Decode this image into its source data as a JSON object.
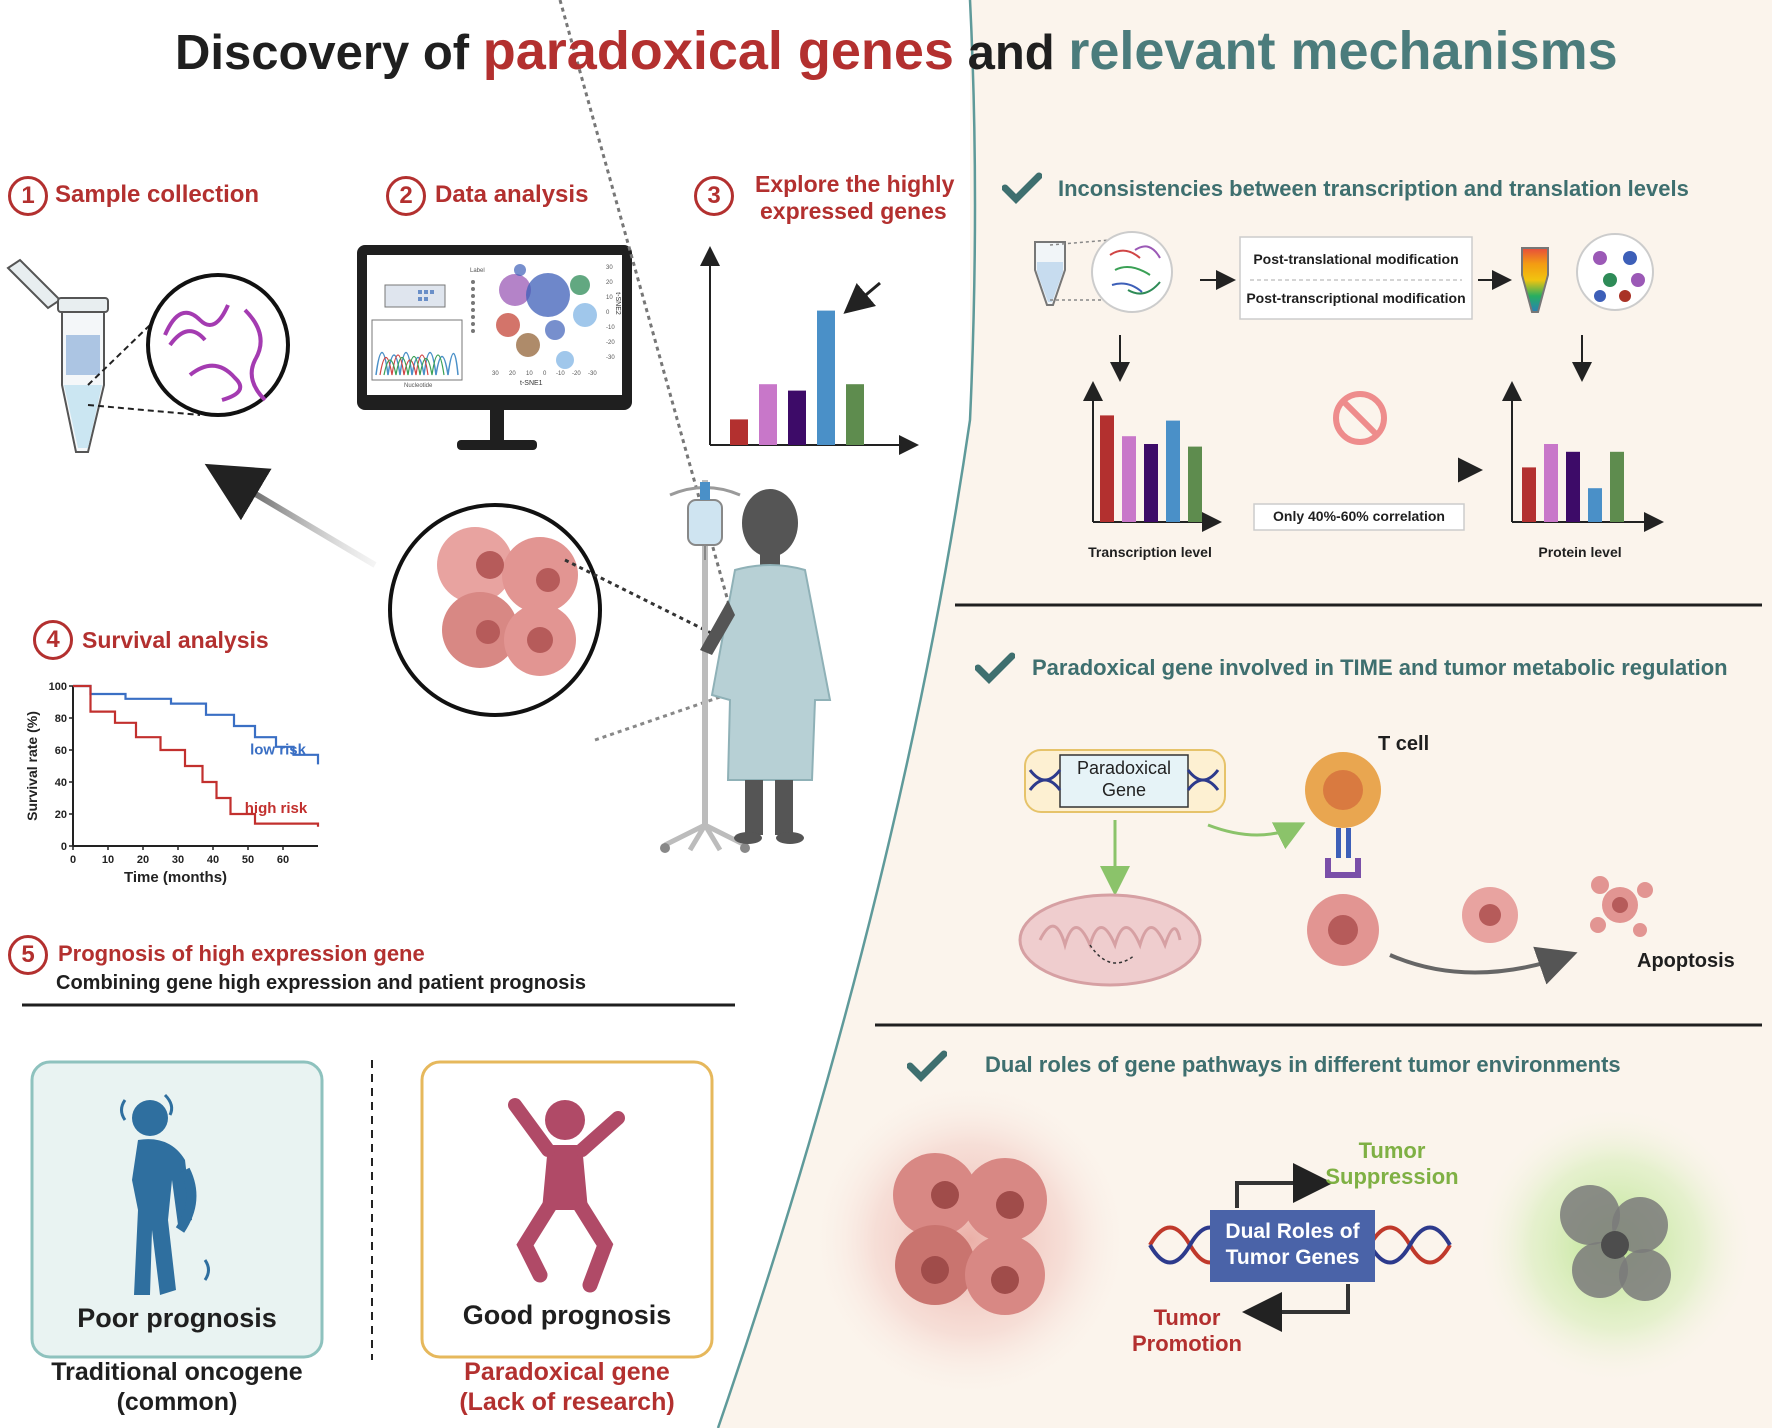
{
  "title": {
    "part1": "Discovery of",
    "part2": "paradoxical genes",
    "part3": "and",
    "part4": "relevant mechanisms",
    "color_red": "#b3302f",
    "color_teal": "#4b7c7c"
  },
  "steps": [
    {
      "num": "1",
      "label": "Sample collection"
    },
    {
      "num": "2",
      "label": "Data analysis"
    },
    {
      "num": "3",
      "label": "Explore the highly",
      "label2": "expressed genes"
    },
    {
      "num": "4",
      "label": "Survival analysis"
    },
    {
      "num": "5",
      "label": "Prognosis of high expression gene"
    }
  ],
  "monitor_screen": {
    "tsne_xlabel": "t-SNE1",
    "tsne_ylabel": "t-SNE2",
    "legend_label": "Label",
    "tsne_x_ticks": [
      "30",
      "20",
      "10",
      "0",
      "-10",
      "-20",
      "-30"
    ],
    "tsne_y_ticks": [
      "30",
      "20",
      "10",
      "0",
      "-10",
      "-20",
      "-30"
    ],
    "wave_xlabel": "Nucleotide"
  },
  "step5_subtitle": "Combining gene high expression and patient prognosis",
  "outcomes": [
    {
      "card_label": "Poor prognosis",
      "caption1": "Traditional oncogene",
      "caption2": "(common)"
    },
    {
      "card_label": "Good prognosis",
      "caption1": "Paradoxical gene",
      "caption2": "(Lack of research)"
    }
  ],
  "right_sections": [
    {
      "heading": "Inconsistencies between transcription and translation levels"
    },
    {
      "heading": "Paradoxical gene involved in TIME and tumor metabolic regulation"
    },
    {
      "heading": "Dual roles of gene pathways in different tumor environments"
    }
  ],
  "section1": {
    "mod1": "Post-translational modification",
    "mod2": "Post-transcriptional modification",
    "correlation": "Only 40%-60% correlation",
    "left_chart_label": "Transcription level",
    "right_chart_label": "Protein level"
  },
  "section2": {
    "gene_box": "Paradoxical",
    "gene_box2": "Gene",
    "tcell": "T cell",
    "apoptosis": "Apoptosis"
  },
  "section3": {
    "center_box": "Dual Roles of",
    "center_box2": "Tumor Genes",
    "suppression1": "Tumor",
    "suppression2": "Suppression",
    "promotion1": "Tumor",
    "promotion2": "Promotion"
  },
  "chart_data": [
    {
      "type": "bar",
      "categories": [
        "",
        "",
        "",
        "",
        ""
      ],
      "values": [
        1.6,
        3.8,
        3.4,
        8.4,
        3.8
      ],
      "colors": [
        "#b3302f",
        "#c877c9",
        "#3d0b68",
        "#4a90c8",
        "#5e8c4e"
      ],
      "title": "",
      "xlabel": "",
      "ylabel": "",
      "ylim": [
        0,
        10
      ]
    },
    {
      "type": "bar",
      "categories": [
        "",
        "",
        "",
        "",
        ""
      ],
      "values": [
        8.2,
        6.6,
        6.0,
        7.8,
        5.8
      ],
      "colors": [
        "#b3302f",
        "#c877c9",
        "#3d0b68",
        "#4a90c8",
        "#5e8c4e"
      ],
      "title": "",
      "xlabel": "",
      "ylabel": "",
      "ylim": [
        0,
        10
      ]
    },
    {
      "type": "bar",
      "categories": [
        "",
        "",
        "",
        "",
        ""
      ],
      "values": [
        4.2,
        6.0,
        5.4,
        2.6,
        5.4
      ],
      "colors": [
        "#b3302f",
        "#c877c9",
        "#3d0b68",
        "#4a90c8",
        "#5e8c4e"
      ],
      "title": "",
      "xlabel": "",
      "ylabel": "",
      "ylim": [
        0,
        10
      ]
    },
    {
      "type": "line",
      "xlabel": "Time (months)",
      "ylabel": "Survival rate (%)",
      "xlim": [
        0,
        70
      ],
      "ylim": [
        0,
        100
      ],
      "x_ticks": [
        0,
        10,
        20,
        30,
        40,
        50,
        60
      ],
      "y_ticks": [
        0,
        20,
        40,
        60,
        80,
        100
      ],
      "series": [
        {
          "name": "low risk",
          "color": "#3a6fc4",
          "x": [
            0,
            5,
            15,
            28,
            38,
            46,
            52,
            58,
            63,
            70
          ],
          "y": [
            100,
            95,
            92,
            89,
            82,
            75,
            68,
            62,
            57,
            51
          ]
        },
        {
          "name": "high risk",
          "color": "#c2302e",
          "x": [
            0,
            5,
            12,
            18,
            25,
            32,
            37,
            41,
            45,
            52,
            70
          ],
          "y": [
            100,
            84,
            77,
            68,
            60,
            50,
            40,
            30,
            20,
            14,
            12
          ]
        }
      ]
    }
  ]
}
